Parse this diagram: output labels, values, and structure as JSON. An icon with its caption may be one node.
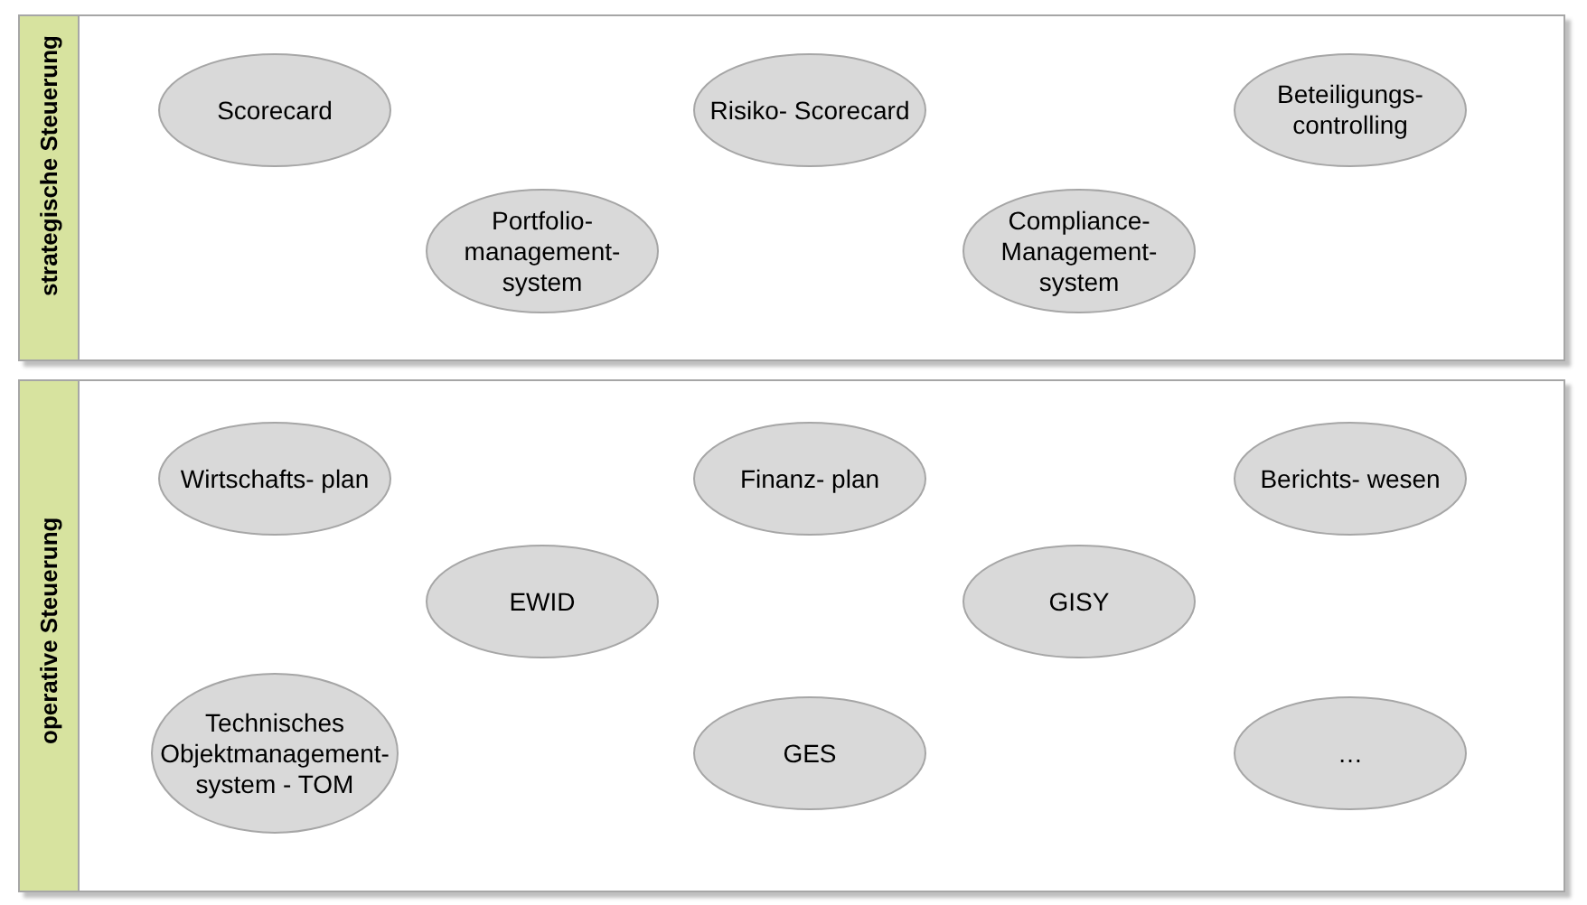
{
  "diagram": {
    "nodes": [
      {
        "text": [
          "strategische Steuerung"
        ]
      },
      {
        "text": [
          "Scorecard"
        ],
        "in": 0
      },
      {
        "text": [
          "Risiko- Scorecard"
        ],
        "in": 0
      },
      {
        "text": [
          "Beteiligungs- controlling"
        ],
        "in": 0
      },
      {
        "text": [
          "Portfolio- management- system"
        ],
        "in": 0
      },
      {
        "text": [
          "Compliance- Management- system"
        ],
        "in": 0
      },
      {
        "text": [
          "operative Steuerung"
        ]
      },
      {
        "text": [
          "Wirtschafts- plan"
        ],
        "in": 6
      },
      {
        "text": [
          "Finanz- plan"
        ],
        "in": 6
      },
      {
        "text": [
          "Berichts- wesen"
        ],
        "in": 6
      },
      {
        "text": [
          "EWID"
        ],
        "in": 6
      },
      {
        "text": [
          "GISY"
        ],
        "in": 6
      },
      {
        "text": [
          "Technisches Objektmanagement- system - TOM"
        ],
        "in": 6
      },
      {
        "text": [
          "GES"
        ],
        "in": 6
      },
      {
        "text": [
          "…"
        ],
        "in": 6
      }
    ]
  }
}
